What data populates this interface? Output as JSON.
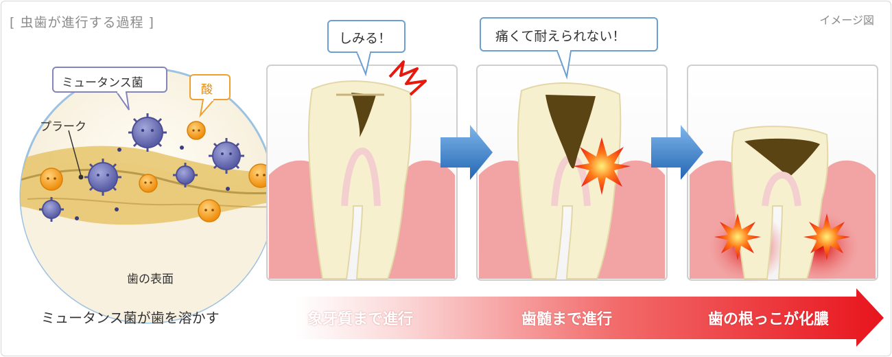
{
  "title": "[ 虫歯が進行する過程 ]",
  "image_note": "イメージ図",
  "callouts": {
    "mutans": "ミュータンス菌",
    "acid": "酸",
    "plaque": "プラーク",
    "surface": "歯の表面",
    "stage1": "しみる！",
    "stage2": "痛くて耐えられない！"
  },
  "caption": "ミュータンス菌が歯を溶かす",
  "progress": {
    "stage1": "象牙質まで進行",
    "stage2": "歯髄まで進行",
    "stage3": "歯の根っこが化膿"
  },
  "colors": {
    "gum": "#f2a0a0",
    "enamel": "#f7f0cf",
    "decay": "#5a4414",
    "bacteria": "#6c6fb4",
    "acid": "#f4a31c",
    "arrow_blue": "#2f78c4",
    "progress_red": "#e8241c",
    "balloon_border": "#8cb4d8",
    "tag_border": "#8080b8"
  }
}
